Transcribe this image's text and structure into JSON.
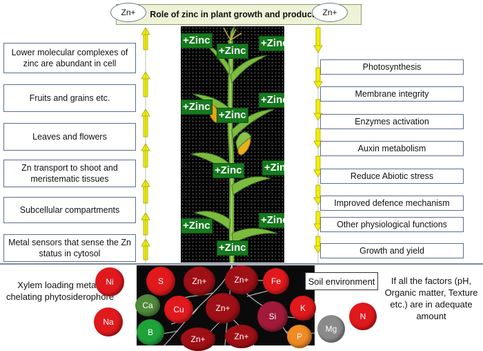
{
  "title": "Role of zinc in plant growth and production",
  "zn_badge": "Zn+",
  "zinc_label": "+Zinc",
  "left_items": [
    "Lower molecular complexes of zinc are abundant in cell",
    "Fruits and grains etc.",
    "Leaves and flowers",
    "Zn transport to shoot and meristematic tissues",
    "Subcellular compartments",
    "Metal sensors that sense the Zn status in cytosol"
  ],
  "right_items": [
    "Photosynthesis",
    "Membrane integrity",
    "Enzymes activation",
    "Auxin metabolism",
    "Reduce Abiotic stress",
    "Improved defence mechanism",
    "Other physiological functions",
    "Growth and yield"
  ],
  "soil_left_text": "Xylem loading metals chelating phytosiderophore",
  "soil_label": "Soil environment",
  "soil_right_text": "If all the factors (pH, Organic matter, Texture etc.) are in adequate amount",
  "elements": [
    "Ni",
    "S",
    "Zn+",
    "Zn+",
    "Fe",
    "Na",
    "Ca",
    "Cu",
    "Zn+",
    "Si",
    "K",
    "N",
    "Mg",
    "B",
    "Zn+",
    "Zn+",
    "P"
  ],
  "colors": {
    "zinc_tag": "#157a1d",
    "arrow_up": "#f2f000",
    "red": "#e0191d",
    "dark_red": "#9e1016",
    "ca_green": "#4f8a3a",
    "b_green": "#1fa23a",
    "si_magenta": "#a11a3a",
    "p_orange": "#f08a25",
    "mg_gray": "#8a8a8a"
  }
}
